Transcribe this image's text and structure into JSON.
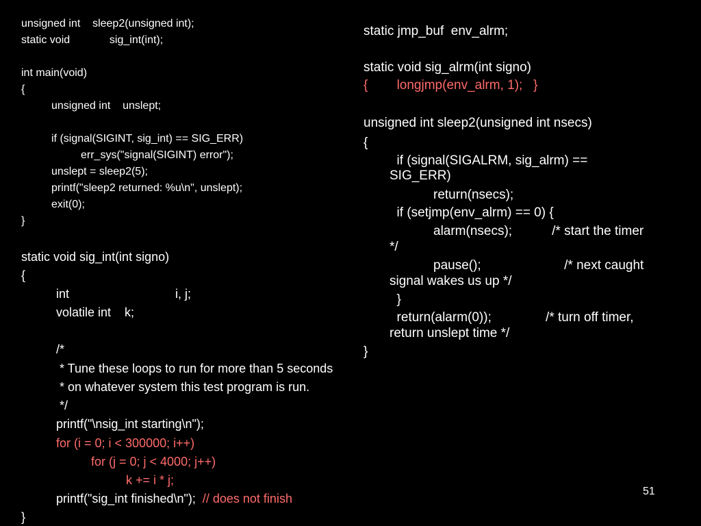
{
  "slide": {
    "page_number": "51",
    "accent_color": "#ff6b6b",
    "left_code": {
      "decl_sleep2": "unsigned int    sleep2(unsigned int);",
      "decl_sig_int": "static void             sig_int(int);",
      "main_sig": "int main(void)",
      "main_open": "{",
      "main_unslept": "unsigned int    unslept;",
      "main_if_signal": "if (signal(SIGINT, sig_int) == SIG_ERR)",
      "main_err_sys": "err_sys(\"signal(SIGINT) error\");",
      "main_unslept_assign": "unslept = sleep2(5);",
      "main_printf": "printf(\"sleep2 returned: %u\\n\", unslept);",
      "main_exit": "exit(0);",
      "main_close": "}",
      "sigint_sig": "static void sig_int(int signo)",
      "sigint_open": "{",
      "sigint_decl_int": "int                               i, j;",
      "sigint_decl_volatile": "volatile int    k;",
      "comment_open": "/*",
      "comment_line1": " * Tune these loops to run for more than 5 seconds",
      "comment_line2": " * on whatever system this test program is run.",
      "comment_close": " */",
      "printf_start": "printf(\"\\nsig_int starting\\n\");",
      "for_outer": "for (i = 0; i < 300000; i++)",
      "for_inner": "for (j = 0; j < 4000; j++)",
      "k_assign": "k += i * j;",
      "printf_finished": "printf(\"sig_int finished\\n\");  ",
      "does_not_finish": "// does not finish",
      "sigint_close": "}"
    },
    "right_code": {
      "jmpbuf_decl": "static jmp_buf  env_alrm;",
      "sigalrm_sig": "static void sig_alrm(int signo)",
      "sigalrm_body": "{        longjmp(env_alrm, 1);   }",
      "sleep2_sig": "unsigned int sleep2(unsigned int nsecs)",
      "sleep2_open": "{",
      "if_signal_line1": "  if (signal(SIGALRM, sig_alrm) ==",
      "if_signal_line2": "SIG_ERR)",
      "return_nsecs": "return(nsecs);",
      "if_setjmp": "  if (setjmp(env_alrm) == 0) {",
      "alarm_line1": "alarm(nsecs);           /* start the timer",
      "alarm_line2": "*/",
      "pause_line1": "pause();                       /* next caught",
      "pause_line2": "signal wakes us up */",
      "if_close": "  }",
      "return_alarm_line1": "  return(alarm(0));               /* turn off timer,",
      "return_alarm_line2": "return unslept time */",
      "sleep2_close": "}"
    }
  }
}
